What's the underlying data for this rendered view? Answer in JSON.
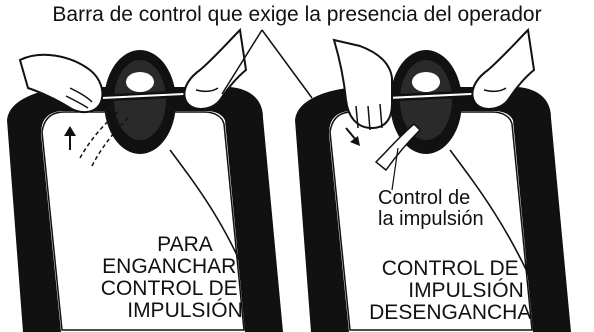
{
  "title_callout": "Barra de control que exige la presencia del operador",
  "drive_control_label": [
    "Control de",
    "la impulsión"
  ],
  "left_caption": [
    "PARA",
    "ENGANCHAR EL",
    "CONTROL DE LA",
    "IMPULSIÓN"
  ],
  "right_caption": [
    "CONTROL DE LA",
    "IMPULSIÓN",
    "DESENGANCHADO"
  ]
}
